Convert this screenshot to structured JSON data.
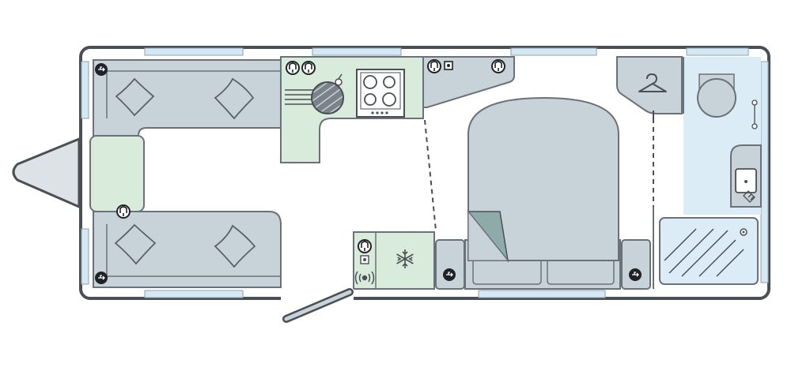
{
  "diagram": {
    "type": "caravan-floor-plan",
    "colors": {
      "background": "#ffffff",
      "outline": "#4a4f55",
      "wall": "#6b7178",
      "furniture_blue": "#c8d2d9",
      "kitchen_green": "#d9ecdc",
      "washroom_blue": "#dcecf6",
      "window": "#d5e9f5",
      "duvet_corner": "#8eaaa9",
      "hitch": "#dde2e6"
    },
    "rooms": [
      {
        "id": "front-lounge"
      },
      {
        "id": "kitchen"
      },
      {
        "id": "bedroom"
      },
      {
        "id": "washroom"
      }
    ],
    "icons": {
      "socket": "plug-socket-icon",
      "usb": "usb-socket-icon",
      "hob": "four-burner-hob-icon",
      "sink": "round-sink-icon",
      "fridge": "snowflake-icon",
      "hanger": "coat-hanger-icon",
      "toilet": "toilet-icon",
      "shower": "shower-tray-icon",
      "basin": "washbasin-icon",
      "speaker": "speaker-icon",
      "shaver": "shaver-socket-icon"
    }
  }
}
